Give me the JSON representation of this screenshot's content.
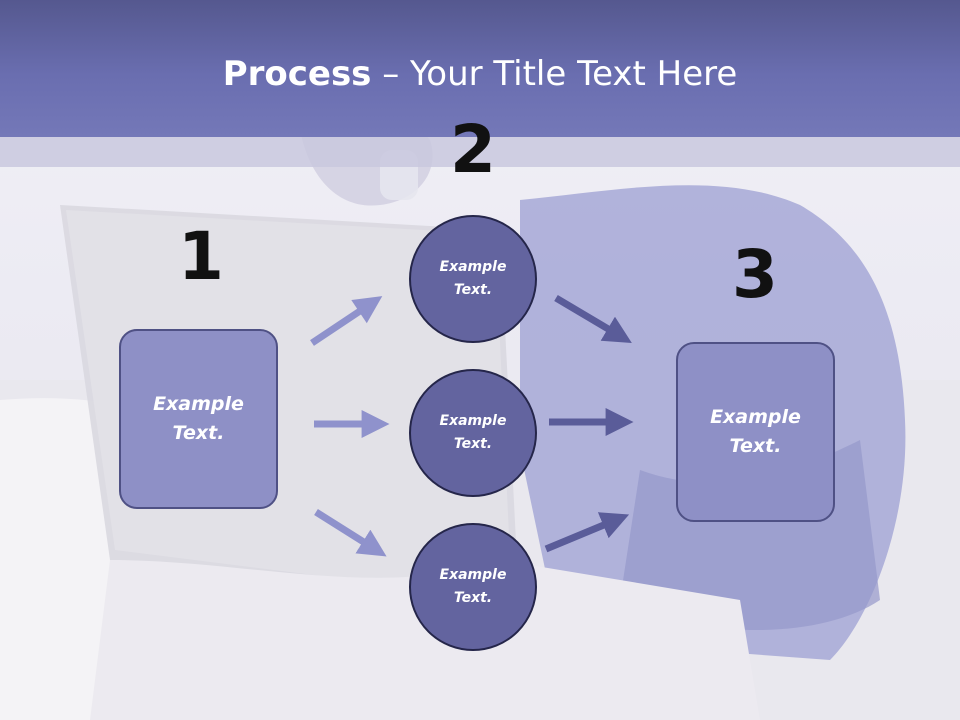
{
  "title": {
    "bold": "Process",
    "rest": " – Your Title Text Here"
  },
  "steps": {
    "one": "1",
    "two": "2",
    "three": "3"
  },
  "boxes": {
    "left": "Example\nText.",
    "right": "Example\nText."
  },
  "circles": {
    "top": "Example\nText.",
    "middle": "Example\nText.",
    "bottom": "Example\nText."
  },
  "colors": {
    "title_band": "#6a6eb0",
    "box_fill": "#8e90c6",
    "circle_fill": "#63649f",
    "arrow_light": "#8f92cc",
    "arrow_dark": "#5a5c99"
  }
}
